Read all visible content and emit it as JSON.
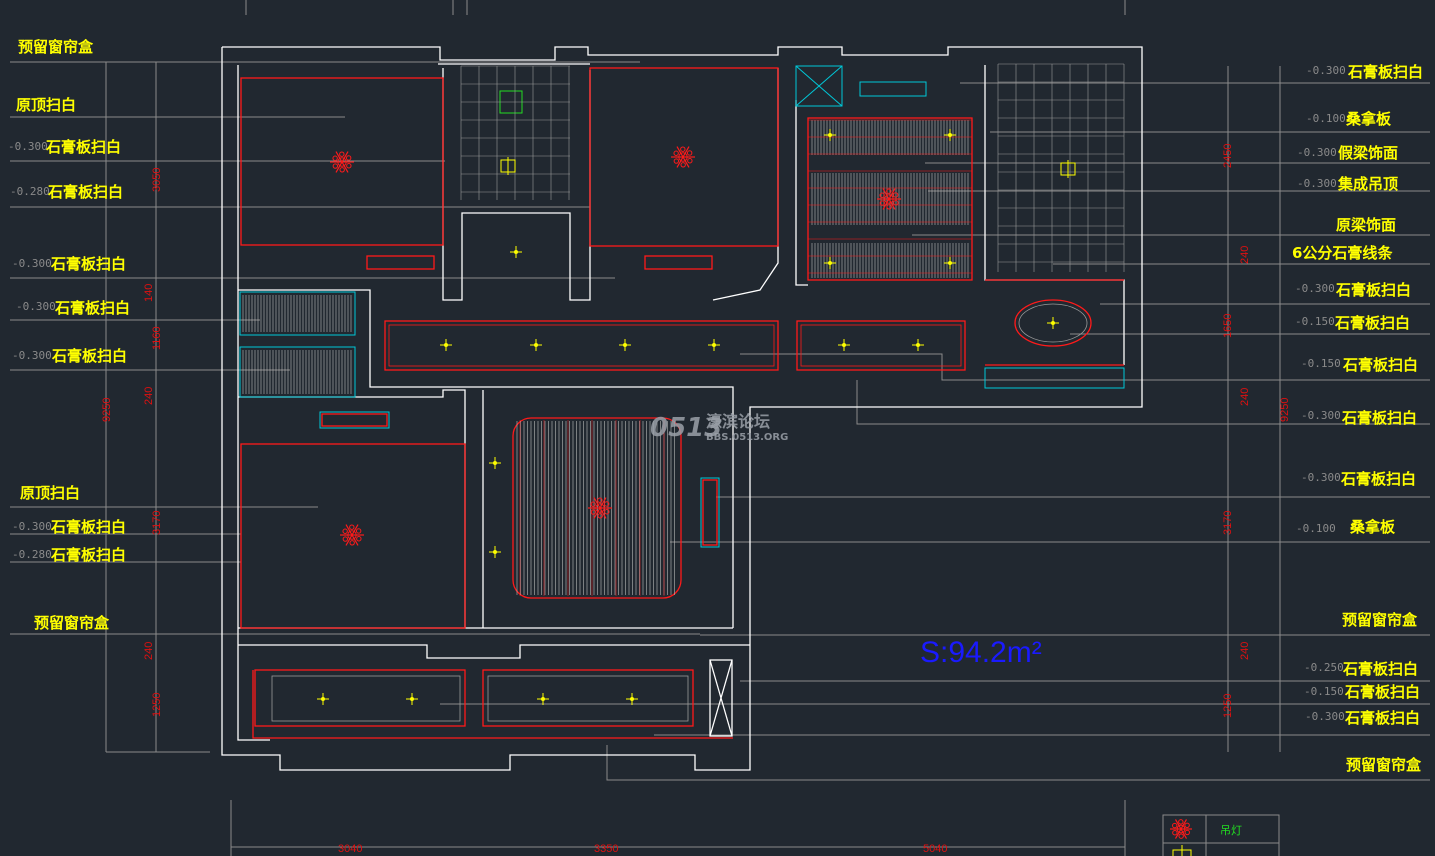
{
  "drawing": {
    "left_labels": [
      {
        "elev": "",
        "text": "预留窗帘盒"
      },
      {
        "elev": "",
        "text": "原顶扫白"
      },
      {
        "elev": "-0.300",
        "text": "石膏板扫白"
      },
      {
        "elev": "-0.280",
        "text": "石膏板扫白"
      },
      {
        "elev": "-0.300",
        "text": "石膏板扫白"
      },
      {
        "elev": "-0.300",
        "text": "石膏板扫白"
      },
      {
        "elev": "-0.300",
        "text": "石膏板扫白"
      },
      {
        "elev": "",
        "text": "原顶扫白"
      },
      {
        "elev": "-0.300",
        "text": "石膏板扫白"
      },
      {
        "elev": "-0.280",
        "text": "石膏板扫白"
      },
      {
        "elev": "",
        "text": "预留窗帘盒"
      }
    ],
    "right_labels": [
      {
        "elev": "-0.300",
        "text": "石膏板扫白"
      },
      {
        "elev": "-0.100",
        "text": "桑拿板"
      },
      {
        "elev": "-0.300",
        "text": "假梁饰面"
      },
      {
        "elev": "-0.300",
        "text": "集成吊顶"
      },
      {
        "elev": "",
        "text": "原梁饰面"
      },
      {
        "elev": "",
        "text": "6公分石膏线条"
      },
      {
        "elev": "-0.300",
        "text": "石膏板扫白"
      },
      {
        "elev": "-0.150",
        "text": "石膏板扫白"
      },
      {
        "elev": "-0.150",
        "text": "石膏板扫白"
      },
      {
        "elev": "-0.300",
        "text": "石膏板扫白"
      },
      {
        "elev": "-0.300",
        "text": "石膏板扫白"
      },
      {
        "elev": "-0.100",
        "text": "桑拿板"
      },
      {
        "elev": "",
        "text": "预留窗帘盒"
      },
      {
        "elev": "-0.250",
        "text": "石膏板扫白"
      },
      {
        "elev": "-0.150",
        "text": "石膏板扫白"
      },
      {
        "elev": "-0.300",
        "text": "石膏板扫白"
      },
      {
        "elev": "",
        "text": "预留窗帘盒"
      }
    ],
    "left_dims": [
      "3050",
      "140",
      "1160",
      "240",
      "9250",
      "3170",
      "240",
      "1250"
    ],
    "right_dims": [
      "2450",
      "240",
      "1650",
      "240",
      "9250",
      "3170",
      "240",
      "1250"
    ],
    "bottom_dims": [
      "3040",
      "3350",
      "5040"
    ],
    "area": "S:94.2m²",
    "watermark": {
      "logo": "0513",
      "name": "濠滨论坛",
      "url": "BBS.0513.ORG"
    },
    "legend": [
      {
        "icon": "pendant-lamp-icon",
        "label": "吊灯"
      },
      {
        "icon": "ceiling-lamp-icon",
        "label": ""
      }
    ],
    "colors": {
      "background": "#212830",
      "label": "#ffff00",
      "ceiling": "#ff1a1a",
      "dimension": "#e01010",
      "area": "#1a1aff"
    }
  }
}
